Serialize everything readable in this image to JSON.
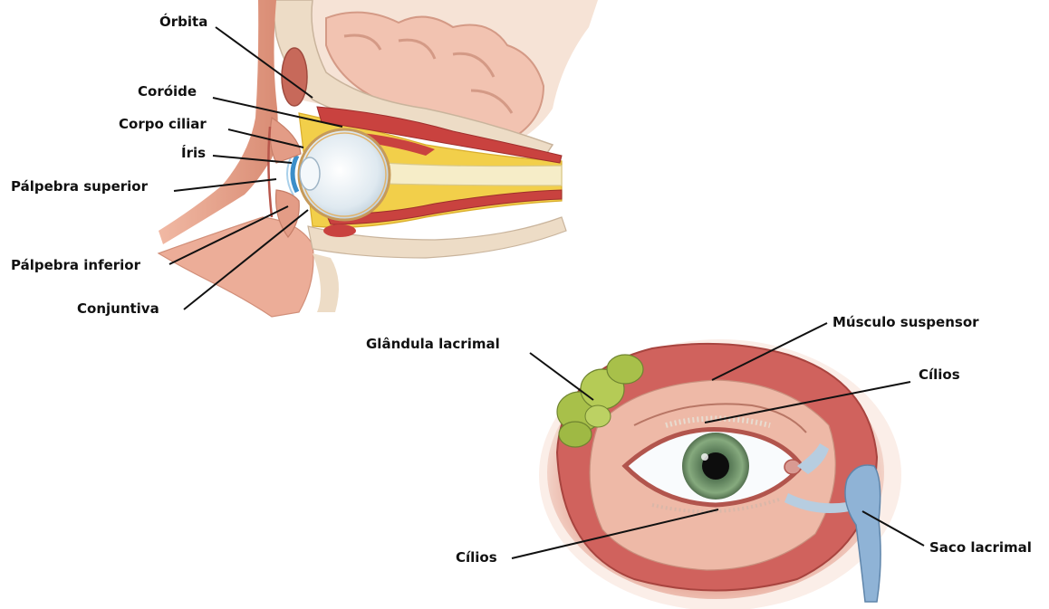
{
  "diagram_1": {
    "labels": {
      "orbita": "Órbita",
      "coroide": "Coróide",
      "corpo_ciliar": "Corpo ciliar",
      "iris": "Íris",
      "palpebra_superior": "Pálpebra superior",
      "palpebra_inferior": "Pálpebra inferior",
      "conjuntiva": "Conjuntiva"
    }
  },
  "diagram_2": {
    "labels": {
      "glandula_lacrimal": "Glândula lacrimal",
      "musculo_suspensor": "Músculo suspensor",
      "cilios_superior": "Cílios",
      "cilios_inferior": "Cílios",
      "saco_lacrimal": "Saco lacrimal"
    }
  },
  "colors": {
    "muscle": "#c9423f",
    "fat": "#f2cf4a",
    "bone": "#ead6c0",
    "brain": "#f3c9b8",
    "skin": "#e9a48e",
    "eyeball": "#e6eef3",
    "iris": "#6f9a6a",
    "gland": "#a8c04a",
    "sac": "#8fb3d6",
    "leader": "#111111"
  }
}
